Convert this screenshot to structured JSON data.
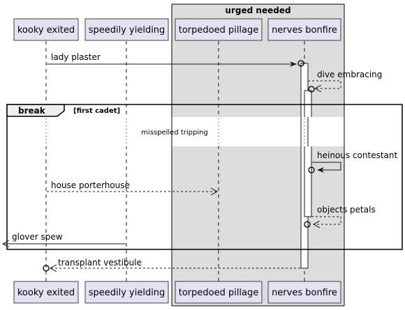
{
  "group": {
    "title": "urged needed"
  },
  "participants": [
    {
      "name": "kooky exited"
    },
    {
      "name": "speedily yielding"
    },
    {
      "name": "torpedoed pillage"
    },
    {
      "name": "nerves bonfire"
    }
  ],
  "fragment": {
    "kind": "break",
    "condition": "[first cadet]"
  },
  "divider": {
    "label": "misspelled tripping"
  },
  "messages": [
    {
      "label": "lady plaster"
    },
    {
      "label": "dive embracing"
    },
    {
      "label": "heinous contestant"
    },
    {
      "label": "house porterhouse"
    },
    {
      "label": "objects petals"
    },
    {
      "label": "glover spew"
    },
    {
      "label": "transplant vestibule"
    }
  ],
  "colors": {
    "participant_fill": "#E2E2F0",
    "participant_stroke": "#181818",
    "group_fill": "#DDDDDD",
    "group_stroke": "#000000",
    "lifeline": "#181818",
    "divider_dots": "#A80036"
  }
}
